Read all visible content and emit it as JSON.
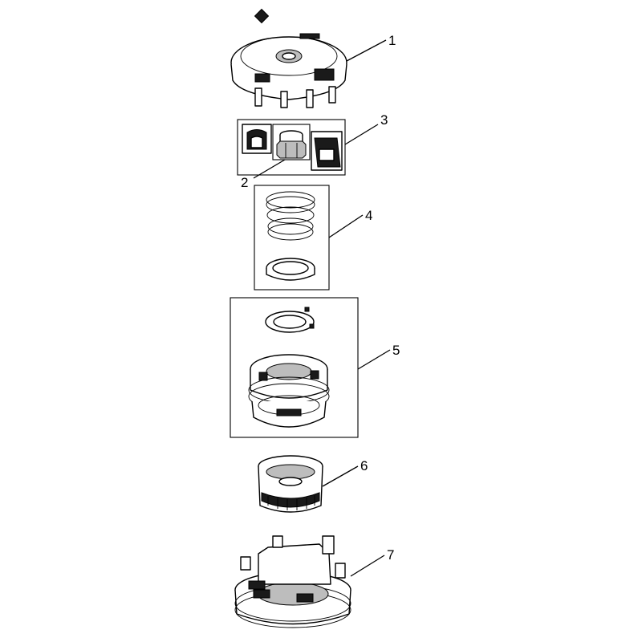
{
  "callouts": [
    {
      "id": "1",
      "label": "1"
    },
    {
      "id": "2",
      "label": "2"
    },
    {
      "id": "3",
      "label": "3"
    },
    {
      "id": "4",
      "label": "4"
    },
    {
      "id": "5",
      "label": "5"
    },
    {
      "id": "6",
      "label": "6"
    },
    {
      "id": "7",
      "label": "7"
    }
  ],
  "colors": {
    "line": "#000000",
    "background": "#ffffff",
    "shade": "#1a1a1a"
  }
}
